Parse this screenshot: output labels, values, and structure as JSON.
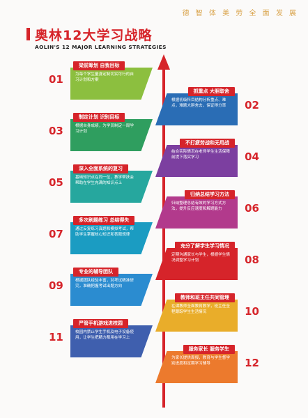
{
  "header": {
    "slogan": "德 智 体 美 劳 全 面 发 展",
    "title": "奥林12大学习战略",
    "subtitle": "AOLIN'S 12 MAJOR LEARNING STRATEGIES"
  },
  "items": [
    {
      "number": "01",
      "title": "梁前筹划 自我目标",
      "desc": "为每个学生量身定制切实可行的自习计划和方案",
      "color": "#8cbf3f"
    },
    {
      "number": "02",
      "title": "抓重点 大胆取舍",
      "desc": "根据初级科目结构分析重点、难点，难题大胆舍去，保证得分率",
      "color": "#2a6db5"
    },
    {
      "number": "03",
      "title": "制定计划 识别目标",
      "desc": "根据自身成绩，为学员制定一周学习计划",
      "color": "#2f9e5f"
    },
    {
      "number": "04",
      "title": "不打疲劳战和无用战",
      "desc": "结合实际情况在老师学生生活保障前提下落实学习",
      "color": "#7c3fa0"
    },
    {
      "number": "05",
      "title": "深入全面系统的复习",
      "desc": "基础知识点在同一位，教学帮扶会帮助在学生充满的知识点上",
      "color": "#26a79e"
    },
    {
      "number": "06",
      "title": "归纳总结学习方法",
      "desc": "归纳整理总结有效的学习方式方法，提升反应速度和解题能力",
      "color": "#b23a8c"
    },
    {
      "number": "07",
      "title": "多次刷题练习 总结得失",
      "desc": "通过反复练习真题和模拟考试，帮助学生掌握核心知识和答题规律",
      "color": "#1b9cc2"
    },
    {
      "number": "08",
      "title": "充分了解学生学习情况",
      "desc": "定期沟通家长与学生，根据学生情况调整学习计划",
      "color": "#d6242a"
    },
    {
      "number": "09",
      "title": "专业的辅导团队",
      "desc": "根据团队经验丰富，对考试精准研究，准确把握考试出题方向",
      "color": "#2b8cd0"
    },
    {
      "number": "10",
      "title": "教师和班主任共同管理",
      "desc": "在课教师全面教育教学，班主任全程跟踪学生生活情况",
      "color": "#e9ad2a"
    },
    {
      "number": "11",
      "title": "严管手机游戏进校园",
      "desc": "校园内禁止学生手机及电子设备使用，让学生把精力都用在学习上",
      "color": "#3f5fae"
    },
    {
      "number": "12",
      "title": "服务家长 服务学生",
      "desc": "为家长提供周报，教育与学生督学别进度和定期学习辅导",
      "color": "#ec7a2d"
    }
  ]
}
